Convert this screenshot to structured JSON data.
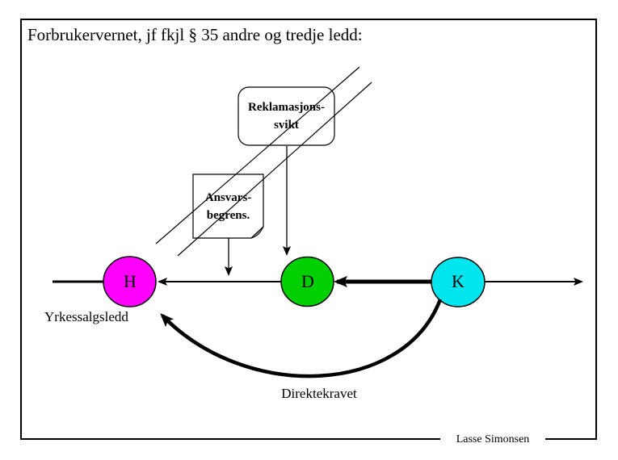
{
  "slide": {
    "title": "Forbrukervernet, jf fkjl § 35 andre og tredje ledd:",
    "credit": "Lasse Simonsen"
  },
  "diagram": {
    "reklamasjon_box": {
      "line1": "Reklamasjons-",
      "line2": "svikt"
    },
    "ansvars_box": {
      "line1": "Ansvars-",
      "line2": "begrens."
    },
    "nodes": {
      "h": {
        "letter": "H",
        "color": "#FF00FF"
      },
      "d": {
        "letter": "D",
        "color": "#00D000"
      },
      "k": {
        "letter": "K",
        "color": "#00E5EE"
      }
    },
    "labels": {
      "seller_chain": "Yrkessalgsledd",
      "direct_claim": "Direktekravet"
    },
    "line_color": "#000000"
  }
}
